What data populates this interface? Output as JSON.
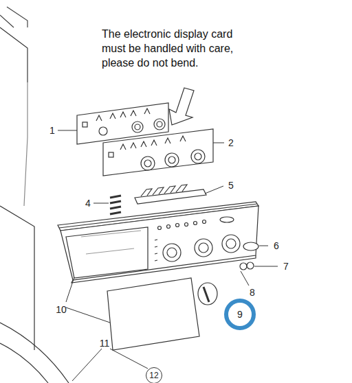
{
  "diagram": {
    "nodes": [
      {
        "text": [
          "9"
        ]
      },
      {
        "text": [
          "12"
        ]
      }
    ],
    "edges": [],
    "labels": [
      "The electronic display card must be handled with care, please do not bend.",
      "1",
      "2",
      "4",
      "5",
      "6",
      "7",
      "8",
      "10",
      "11"
    ]
  }
}
